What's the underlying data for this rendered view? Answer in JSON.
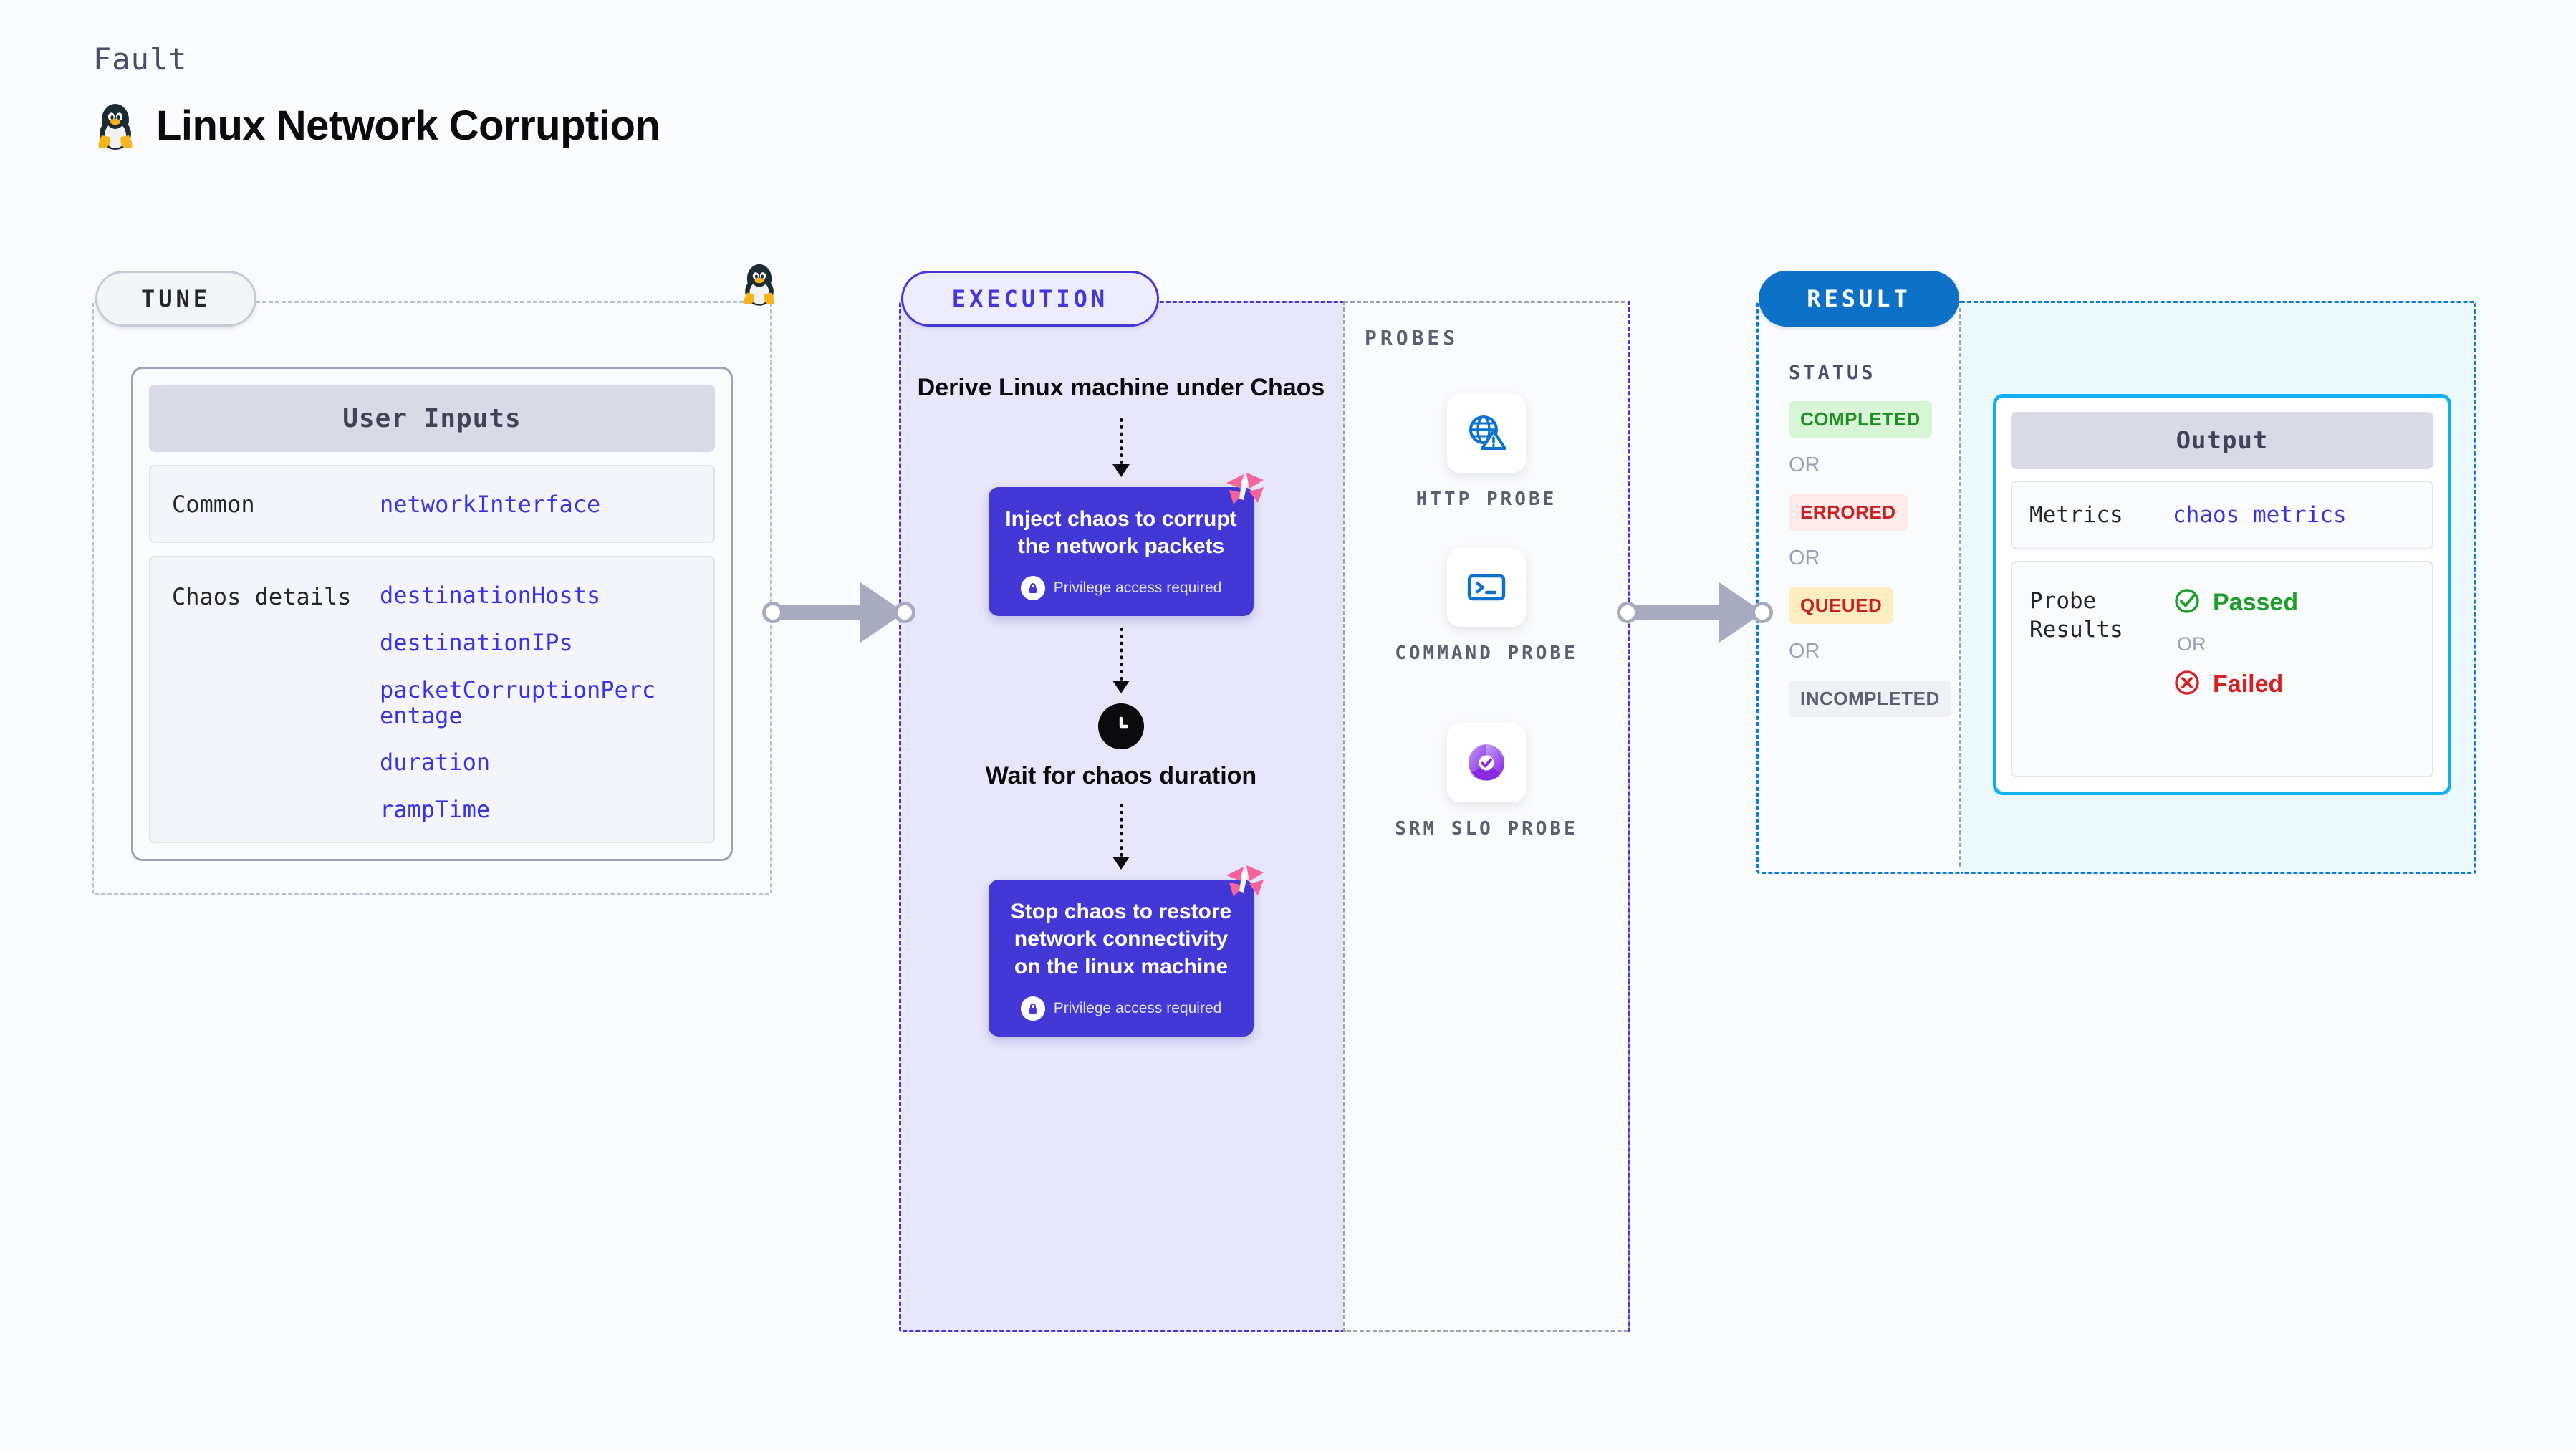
{
  "header": {
    "kicker": "Fault",
    "title": "Linux Network Corruption",
    "os_icon": "tux-penguin-icon"
  },
  "tune": {
    "badge": "TUNE",
    "card_title": "User Inputs",
    "rows": [
      {
        "key": "Common",
        "values": [
          "networkInterface"
        ]
      },
      {
        "key": "Chaos details",
        "values": [
          "destinationHosts",
          "destinationIPs",
          "packetCorruptionPercentage",
          "duration",
          "rampTime"
        ]
      }
    ]
  },
  "execution": {
    "badge": "EXECUTION",
    "step_1_title": "Derive Linux machine under Chaos",
    "card_1": {
      "title": "Inject chaos to corrupt the network packets",
      "note": "Privilege access required",
      "icon": "lock-icon",
      "corner": "harness-logo-icon"
    },
    "step_2_title": "Wait for chaos duration",
    "step_2_icon": "clock-icon",
    "card_2": {
      "title": "Stop chaos to restore network connectivity on the linux machine",
      "note": "Privilege access required",
      "icon": "lock-icon",
      "corner": "harness-logo-icon"
    }
  },
  "probes": {
    "caption": "PROBES",
    "items": [
      {
        "label": "HTTP PROBE",
        "icon": "globe-warning-icon"
      },
      {
        "label": "COMMAND PROBE",
        "icon": "terminal-icon"
      },
      {
        "label": "SRM SLO PROBE",
        "icon": "slo-donut-check-icon"
      }
    ]
  },
  "result": {
    "badge": "RESULT",
    "status_caption": "STATUS",
    "or_label": "OR",
    "statuses": [
      {
        "label": "COMPLETED",
        "text_color": "#1f8f22",
        "bg_color": "#d9f5d8"
      },
      {
        "label": "ERRORED",
        "text_color": "#c72121",
        "bg_color": "#fdeaea"
      },
      {
        "label": "QUEUED",
        "text_color": "#c72121",
        "bg_color": "#fdeec2"
      },
      {
        "label": "INCOMPLETED",
        "text_color": "#5a6072",
        "bg_color": "#f0f1f6"
      }
    ]
  },
  "output": {
    "card_title": "Output",
    "metrics_key": "Metrics",
    "metrics_value": "chaos metrics",
    "probe_results_key": "Probe Results",
    "passed_label": "Passed",
    "failed_label": "Failed",
    "or_label": "OR"
  },
  "colors": {
    "accent_purple": "#4338d6",
    "accent_blue": "#0e71c8",
    "accent_cyan": "#11b0ef",
    "harness_pink": "#f4639b",
    "link_blue": "#3b32e0"
  }
}
